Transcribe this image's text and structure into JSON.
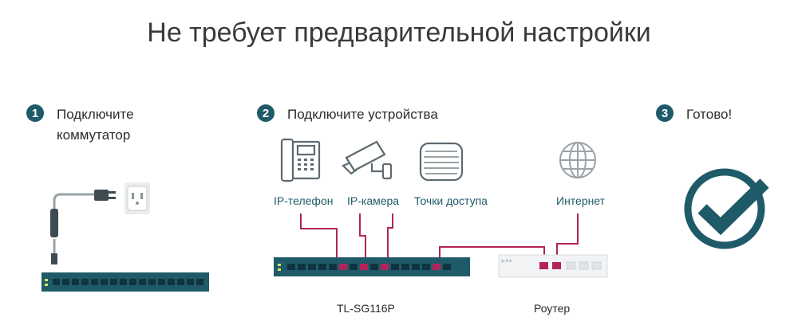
{
  "title": "Не требует предварительной настройки",
  "steps": [
    {
      "number": "1",
      "text": "Подключите коммутатор"
    },
    {
      "number": "2",
      "text": "Подключите устройства"
    },
    {
      "number": "3",
      "text": "Готово!"
    }
  ],
  "devices": {
    "phone": "IP-телефон",
    "camera": "IP-камера",
    "access_points": "Точки доступа",
    "internet": "Интернет"
  },
  "switch_label": "TL-SG116P",
  "router_label": "Роутер",
  "router_brand": "tp-link",
  "colors": {
    "accent": "#1f5a68",
    "cable": "#b3245b",
    "icon": "#5e6a70"
  }
}
